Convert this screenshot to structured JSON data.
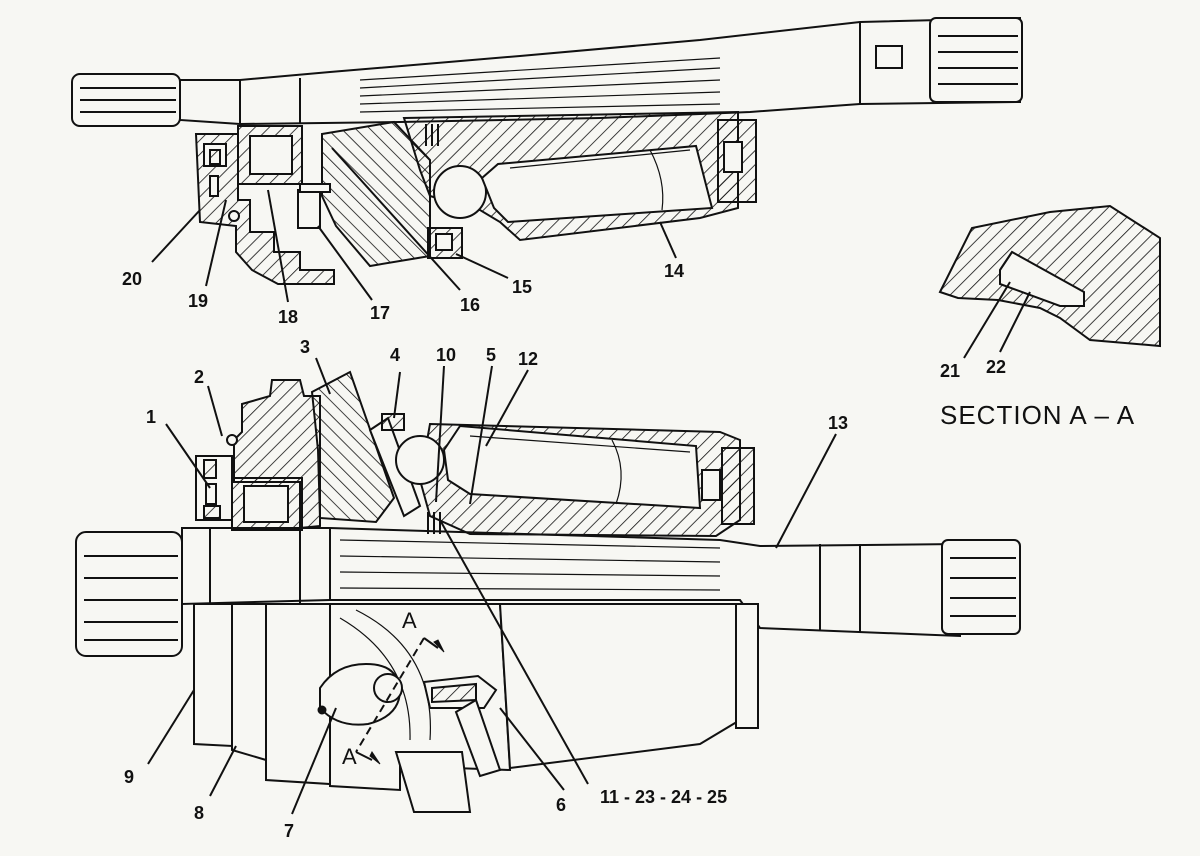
{
  "section_title": "SECTION A – A",
  "section_marker": "A",
  "callouts": {
    "n1": "1",
    "n2": "2",
    "n3": "3",
    "n4": "4",
    "n5": "5",
    "n6": "6",
    "n7": "7",
    "n8": "8",
    "n9": "9",
    "n10": "10",
    "n11": "11 - 23 - 24 - 25",
    "n12": "12",
    "n13": "13",
    "n14": "14",
    "n15": "15",
    "n16": "16",
    "n17": "17",
    "n18": "18",
    "n19": "19",
    "n20": "20",
    "n21": "21",
    "n22": "22"
  }
}
